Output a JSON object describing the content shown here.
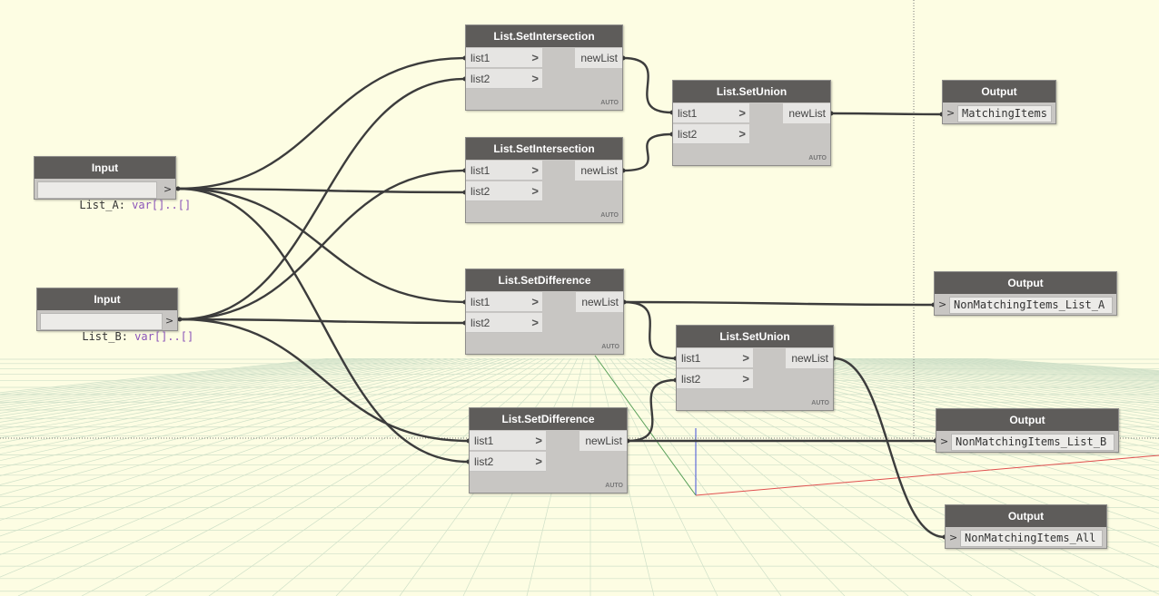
{
  "workspace": {
    "background": "#fdfde3",
    "node_header_color": "#5e5c5a",
    "node_body_color": "#c8c6c3",
    "wire_color": "#3c3c3c",
    "keyword_color": "#8a53b8"
  },
  "nodes": {
    "input_a": {
      "title": "Input",
      "name": "List_A",
      "sep": ": ",
      "type": "var[]..[]",
      "out_arrow": ">"
    },
    "input_b": {
      "title": "Input",
      "name": "List_B",
      "sep": ": ",
      "type": "var[]..[]",
      "out_arrow": ">"
    },
    "intersect_1": {
      "title": "List.SetIntersection",
      "in1": "list1",
      "in2": "list2",
      "out": "newList",
      "lacing": "AUTO",
      "chevron": ">"
    },
    "intersect_2": {
      "title": "List.SetIntersection",
      "in1": "list1",
      "in2": "list2",
      "out": "newList",
      "lacing": "AUTO",
      "chevron": ">"
    },
    "union_1": {
      "title": "List.SetUnion",
      "in1": "list1",
      "in2": "list2",
      "out": "newList",
      "lacing": "AUTO",
      "chevron": ">"
    },
    "difference_1": {
      "title": "List.SetDifference",
      "in1": "list1",
      "in2": "list2",
      "out": "newList",
      "lacing": "AUTO",
      "chevron": ">"
    },
    "union_2": {
      "title": "List.SetUnion",
      "in1": "list1",
      "in2": "list2",
      "out": "newList",
      "lacing": "AUTO",
      "chevron": ">"
    },
    "difference_2": {
      "title": "List.SetDifference",
      "in1": "list1",
      "in2": "list2",
      "out": "newList",
      "lacing": "AUTO",
      "chevron": ">"
    },
    "output_matching": {
      "title": "Output",
      "arrow": ">",
      "value": "MatchingItems"
    },
    "output_nonmatching_a": {
      "title": "Output",
      "arrow": ">",
      "value": "NonMatchingItems_List_A"
    },
    "output_nonmatching_b": {
      "title": "Output",
      "arrow": ">",
      "value": "NonMatchingItems_List_B"
    },
    "output_nonmatching_all": {
      "title": "Output",
      "arrow": ">",
      "value": "NonMatchingItems_All"
    }
  }
}
